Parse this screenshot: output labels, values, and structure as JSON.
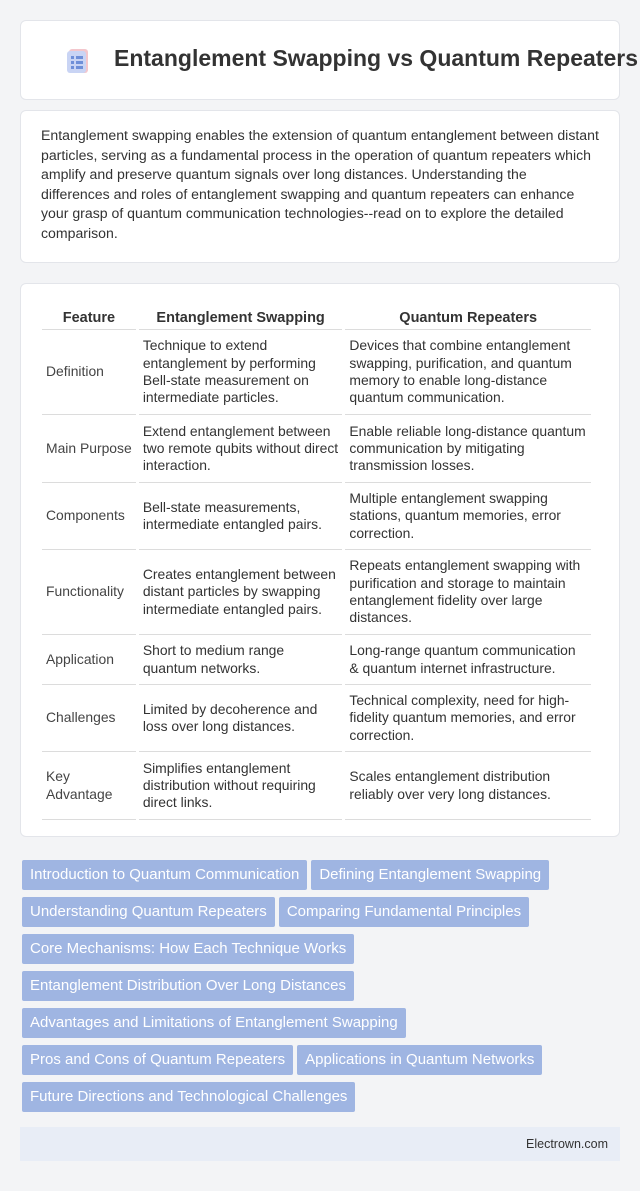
{
  "header": {
    "title": "Entanglement Swapping vs Quantum Repeaters",
    "logo_icon": "document-list-icon",
    "colors": {
      "logo_pink": "#f3c6cc",
      "logo_blue": "#6f8fd8"
    }
  },
  "intro": {
    "text": "Entanglement swapping enables the extension of quantum entanglement between distant particles, serving as a fundamental process in the operation of quantum repeaters which amplify and preserve quantum signals over long distances. Understanding the differences and roles of entanglement swapping and quantum repeaters can enhance your grasp of quantum communication technologies--read on to explore the detailed comparison."
  },
  "table": {
    "headers": [
      "Feature",
      "Entanglement Swapping",
      "Quantum Repeaters"
    ],
    "rows": [
      [
        "Definition",
        "Technique to extend entanglement by performing Bell-state measurement on intermediate particles.",
        "Devices that combine entanglement swapping, purification, and quantum memory to enable long-distance quantum communication."
      ],
      [
        "Main Purpose",
        "Extend entanglement between two remote qubits without direct interaction.",
        "Enable reliable long-distance quantum communication by mitigating transmission losses."
      ],
      [
        "Components",
        "Bell-state measurements, intermediate entangled pairs.",
        "Multiple entanglement swapping stations, quantum memories, error correction."
      ],
      [
        "Functionality",
        "Creates entanglement between distant particles by swapping intermediate entangled pairs.",
        "Repeats entanglement swapping with purification and storage to maintain entanglement fidelity over large distances."
      ],
      [
        "Application",
        "Short to medium range quantum networks.",
        "Long-range quantum communication & quantum internet infrastructure."
      ],
      [
        "Challenges",
        "Limited by decoherence and loss over long distances.",
        "Technical complexity, need for high-fidelity quantum memories, and error correction."
      ],
      [
        "Key Advantage",
        "Simplifies entanglement distribution without requiring direct links.",
        "Scales entanglement distribution reliably over very long distances."
      ]
    ]
  },
  "links": [
    "Introduction to Quantum Communication",
    "Defining Entanglement Swapping",
    "Understanding Quantum Repeaters",
    "Comparing Fundamental Principles",
    "Core Mechanisms: How Each Technique Works",
    "Entanglement Distribution Over Long Distances",
    "Advantages and Limitations of Entanglement Swapping",
    "Pros and Cons of Quantum Repeaters",
    "Applications in Quantum Networks",
    "Future Directions and Technological Challenges"
  ],
  "footer": {
    "site": "Electrown.com"
  }
}
